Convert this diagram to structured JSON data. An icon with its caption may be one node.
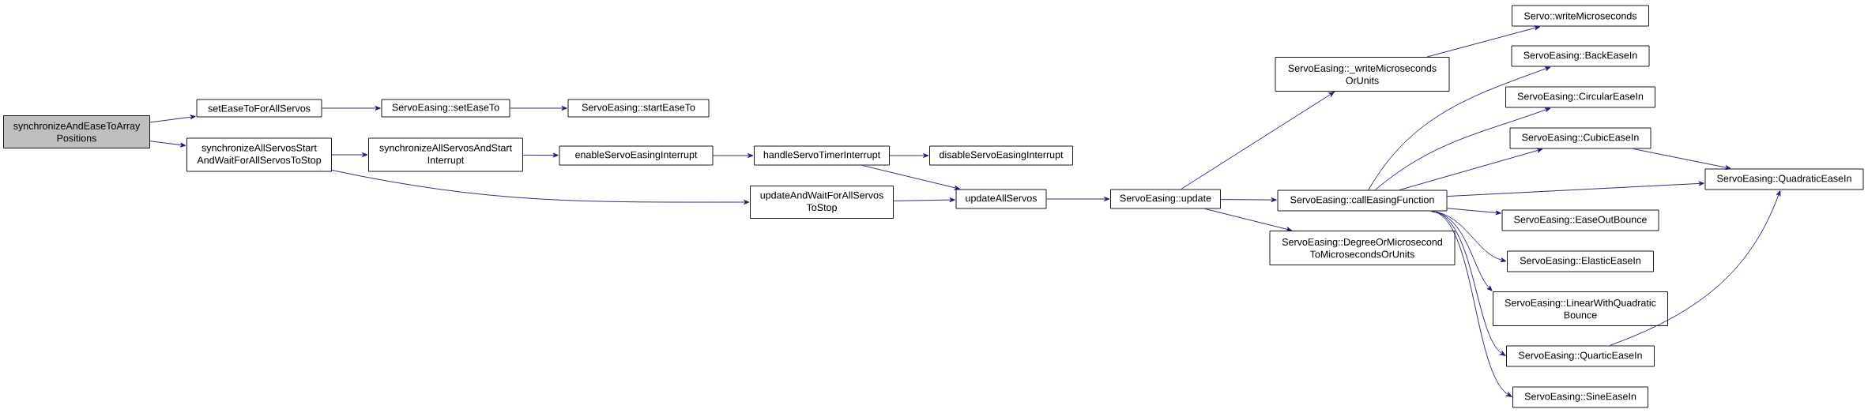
{
  "diagram": {
    "nodes": [
      {
        "text": [
          "synchronizeAndEaseToArray Positions"
        ]
      },
      {
        "text": [
          "setEaseToForAllServos"
        ]
      },
      {
        "text": [
          "ServoEasing::setEaseTo"
        ]
      },
      {
        "text": [
          "ServoEasing::startEaseTo"
        ]
      },
      {
        "text": [
          "synchronizeAllServosStart AndWaitForAllServosToStop"
        ]
      },
      {
        "text": [
          "synchronizeAllServosAndStart Interrupt"
        ]
      },
      {
        "text": [
          "enableServoEasingInterrupt"
        ]
      },
      {
        "text": [
          "handleServoTimerInterrupt"
        ]
      },
      {
        "text": [
          "disableServoEasingInterrupt"
        ]
      },
      {
        "text": [
          "updateAndWaitForAllServos ToStop"
        ]
      },
      {
        "text": [
          "updateAllServos"
        ]
      },
      {
        "text": [
          "ServoEasing::update"
        ]
      },
      {
        "text": [
          "ServoEasing::_writeMicroseconds OrUnits"
        ]
      },
      {
        "text": [
          "ServoEasing::callEasingFunction"
        ]
      },
      {
        "text": [
          "ServoEasing::DegreeOrMicrosecond ToMicrosecondsOrUnits"
        ]
      },
      {
        "text": [
          "Servo::writeMicroseconds"
        ]
      },
      {
        "text": [
          "ServoEasing::BackEaseIn"
        ]
      },
      {
        "text": [
          "ServoEasing::CircularEaseIn"
        ]
      },
      {
        "text": [
          "ServoEasing::CubicEaseIn"
        ]
      },
      {
        "text": [
          "ServoEasing::QuadraticEaseIn"
        ]
      },
      {
        "text": [
          "ServoEasing::EaseOutBounce"
        ]
      },
      {
        "text": [
          "ServoEasing::ElasticEaseIn"
        ]
      },
      {
        "text": [
          "ServoEasing::LinearWithQuadratic Bounce"
        ]
      },
      {
        "text": [
          "ServoEasing::QuarticEaseIn"
        ]
      },
      {
        "text": [
          "ServoEasing::SineEaseIn"
        ]
      }
    ],
    "edges": [
      {
        "from": 0,
        "to": 1,
        "arrow": "to"
      },
      {
        "from": 0,
        "to": 4,
        "arrow": "to"
      },
      {
        "from": 1,
        "to": 2,
        "arrow": "to"
      },
      {
        "from": 2,
        "to": 3,
        "arrow": "to"
      },
      {
        "from": 4,
        "to": 5,
        "arrow": "to"
      },
      {
        "from": 4,
        "to": 9,
        "arrow": "to"
      },
      {
        "from": 5,
        "to": 6,
        "arrow": "to"
      },
      {
        "from": 6,
        "to": 7,
        "arrow": "to"
      },
      {
        "from": 7,
        "to": 8,
        "arrow": "to"
      },
      {
        "from": 7,
        "to": 10,
        "arrow": "to"
      },
      {
        "from": 9,
        "to": 10,
        "arrow": "to"
      },
      {
        "from": 10,
        "to": 11,
        "arrow": "to"
      },
      {
        "from": 11,
        "to": 12,
        "arrow": "to"
      },
      {
        "from": 11,
        "to": 13,
        "arrow": "to"
      },
      {
        "from": 11,
        "to": 14,
        "arrow": "to"
      },
      {
        "from": 12,
        "to": 15,
        "arrow": "to"
      },
      {
        "from": 13,
        "to": 16,
        "arrow": "to"
      },
      {
        "from": 13,
        "to": 17,
        "arrow": "to"
      },
      {
        "from": 13,
        "to": 18,
        "arrow": "to"
      },
      {
        "from": 13,
        "to": 19,
        "arrow": "to"
      },
      {
        "from": 13,
        "to": 20,
        "arrow": "to"
      },
      {
        "from": 13,
        "to": 21,
        "arrow": "to"
      },
      {
        "from": 13,
        "to": 22,
        "arrow": "to"
      },
      {
        "from": 13,
        "to": 23,
        "arrow": "to"
      },
      {
        "from": 13,
        "to": 24,
        "arrow": "to"
      },
      {
        "from": 18,
        "to": 19,
        "arrow": "to"
      },
      {
        "from": 23,
        "to": 19,
        "arrow": "to"
      }
    ]
  }
}
